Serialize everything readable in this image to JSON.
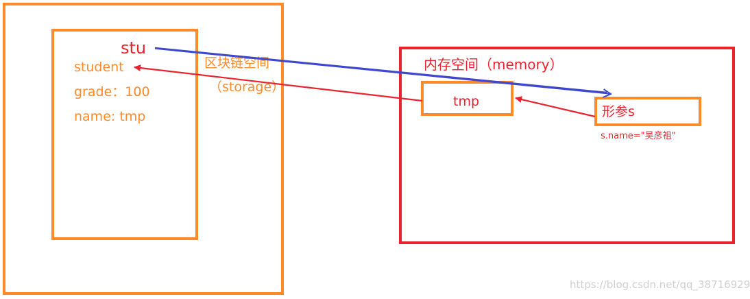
{
  "diagram": {
    "storage_title": "区块链空间",
    "storage_subtitle": "（storage）",
    "memory_title": "内存空间（memory）",
    "stu_label": "stu",
    "student_label": "student",
    "grade_label": "grade：100",
    "name_label": "name: tmp",
    "tmp_label": "tmp",
    "param_label": "形参s",
    "sname_label": "s.name=\"吴彦祖\"",
    "watermark": "https://blog.csdn.net/qq_38716929"
  },
  "colors": {
    "orange": "#FF8A2A",
    "red": "#E8232E",
    "blue": "#3F48CC",
    "watermark": "#CFCFCF"
  }
}
